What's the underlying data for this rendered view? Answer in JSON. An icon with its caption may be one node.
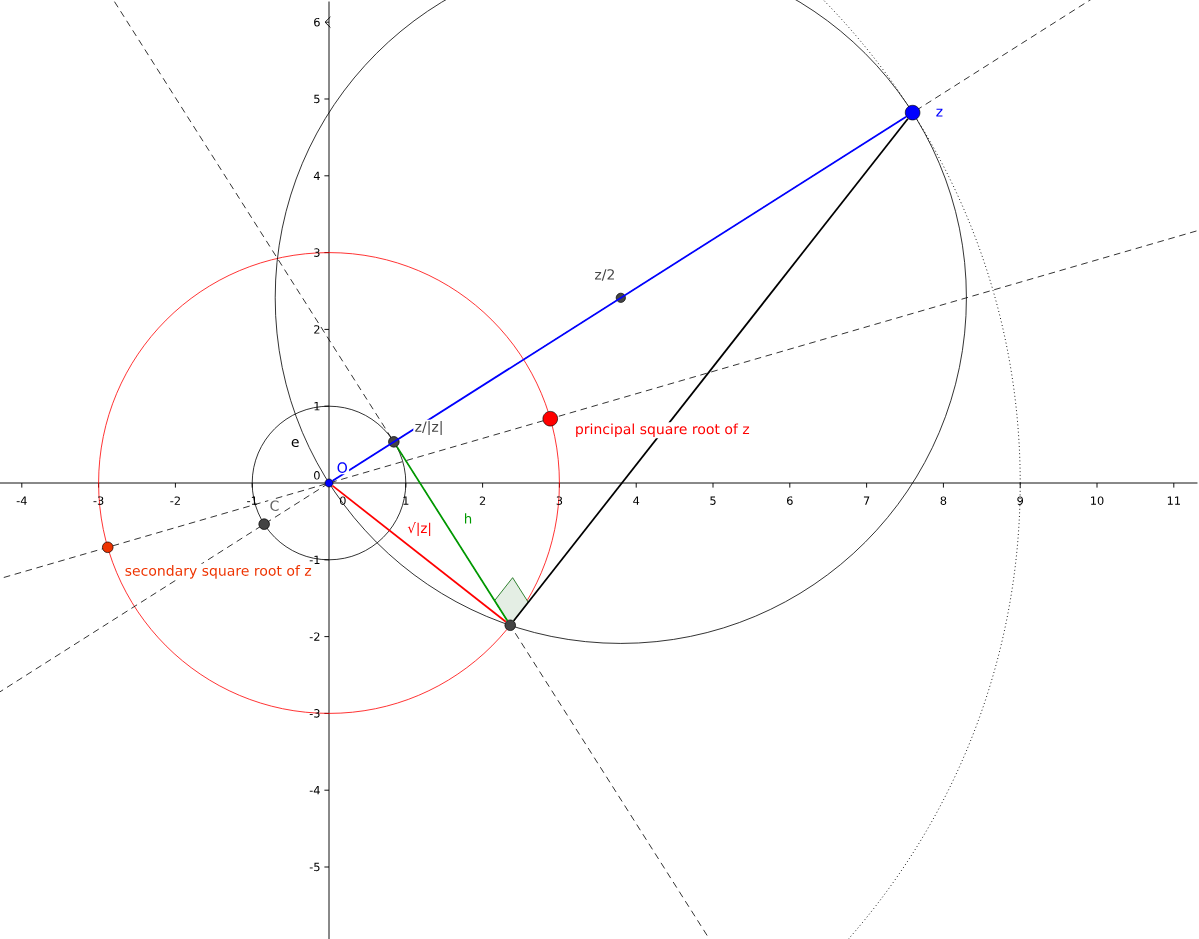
{
  "diagram": {
    "nodes": [
      {
        "text": [],
        "shape": "circle",
        "beside": [
          "O"
        ]
      },
      {
        "text": [],
        "shape": "circle",
        "beside": [
          "z/|z|"
        ]
      },
      {
        "text": [],
        "shape": "circle",
        "beside": [
          "z/2"
        ]
      },
      {
        "text": [],
        "shape": "circle",
        "beside": [
          "z"
        ]
      },
      {
        "text": [],
        "shape": "circle",
        "beside": [
          "principal square root of z"
        ]
      },
      {
        "text": [],
        "shape": "circle",
        "beside": [
          "C"
        ]
      },
      {
        "text": [],
        "shape": "circle",
        "beside": [
          "secondary square root of z"
        ]
      },
      {
        "text": [],
        "shape": "circle"
      }
    ],
    "edges": [
      {
        "from": 0,
        "to": 3,
        "arrow": "none",
        "color": "#0000ff"
      },
      {
        "from": 0,
        "to": 7,
        "arrow": "none",
        "color": "#ff0000",
        "label": "√|z|"
      },
      {
        "from": 1,
        "to": 7,
        "arrow": "none",
        "color": "#009900",
        "label": "h"
      },
      {
        "from": 3,
        "to": 7,
        "arrow": "none",
        "color": "#000000"
      }
    ],
    "labels": [
      "-4",
      "-3",
      "-2",
      "-1",
      "0",
      "1",
      "2",
      "3",
      "4",
      "5",
      "6",
      "7",
      "8",
      "9",
      "10",
      "11",
      "6",
      "5",
      "4",
      "3",
      "2",
      "1",
      "0",
      "-1",
      "-2",
      "-3",
      "-4",
      "-5",
      "e"
    ]
  }
}
